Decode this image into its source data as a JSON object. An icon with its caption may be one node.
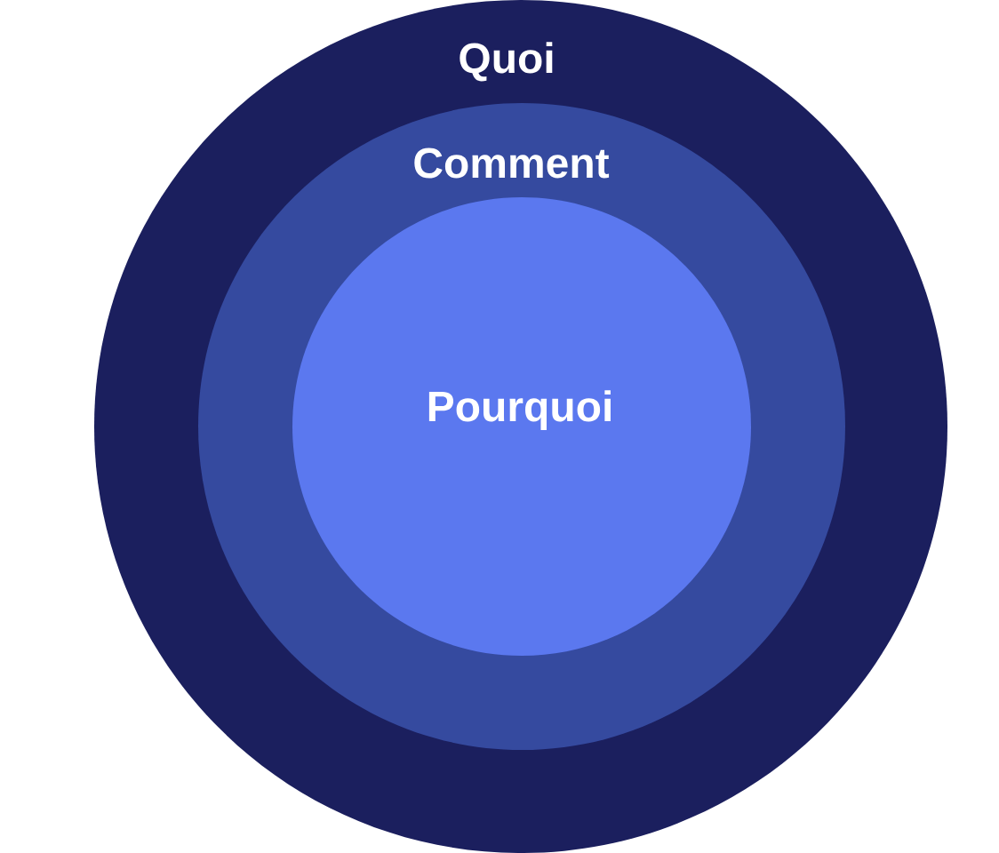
{
  "diagram": {
    "nodes": [
      {
        "text": [
          "Quoi"
        ]
      },
      {
        "text": [
          "Comment"
        ],
        "in": 0
      },
      {
        "text": [
          "Pourquoi"
        ],
        "in": 1
      }
    ]
  }
}
